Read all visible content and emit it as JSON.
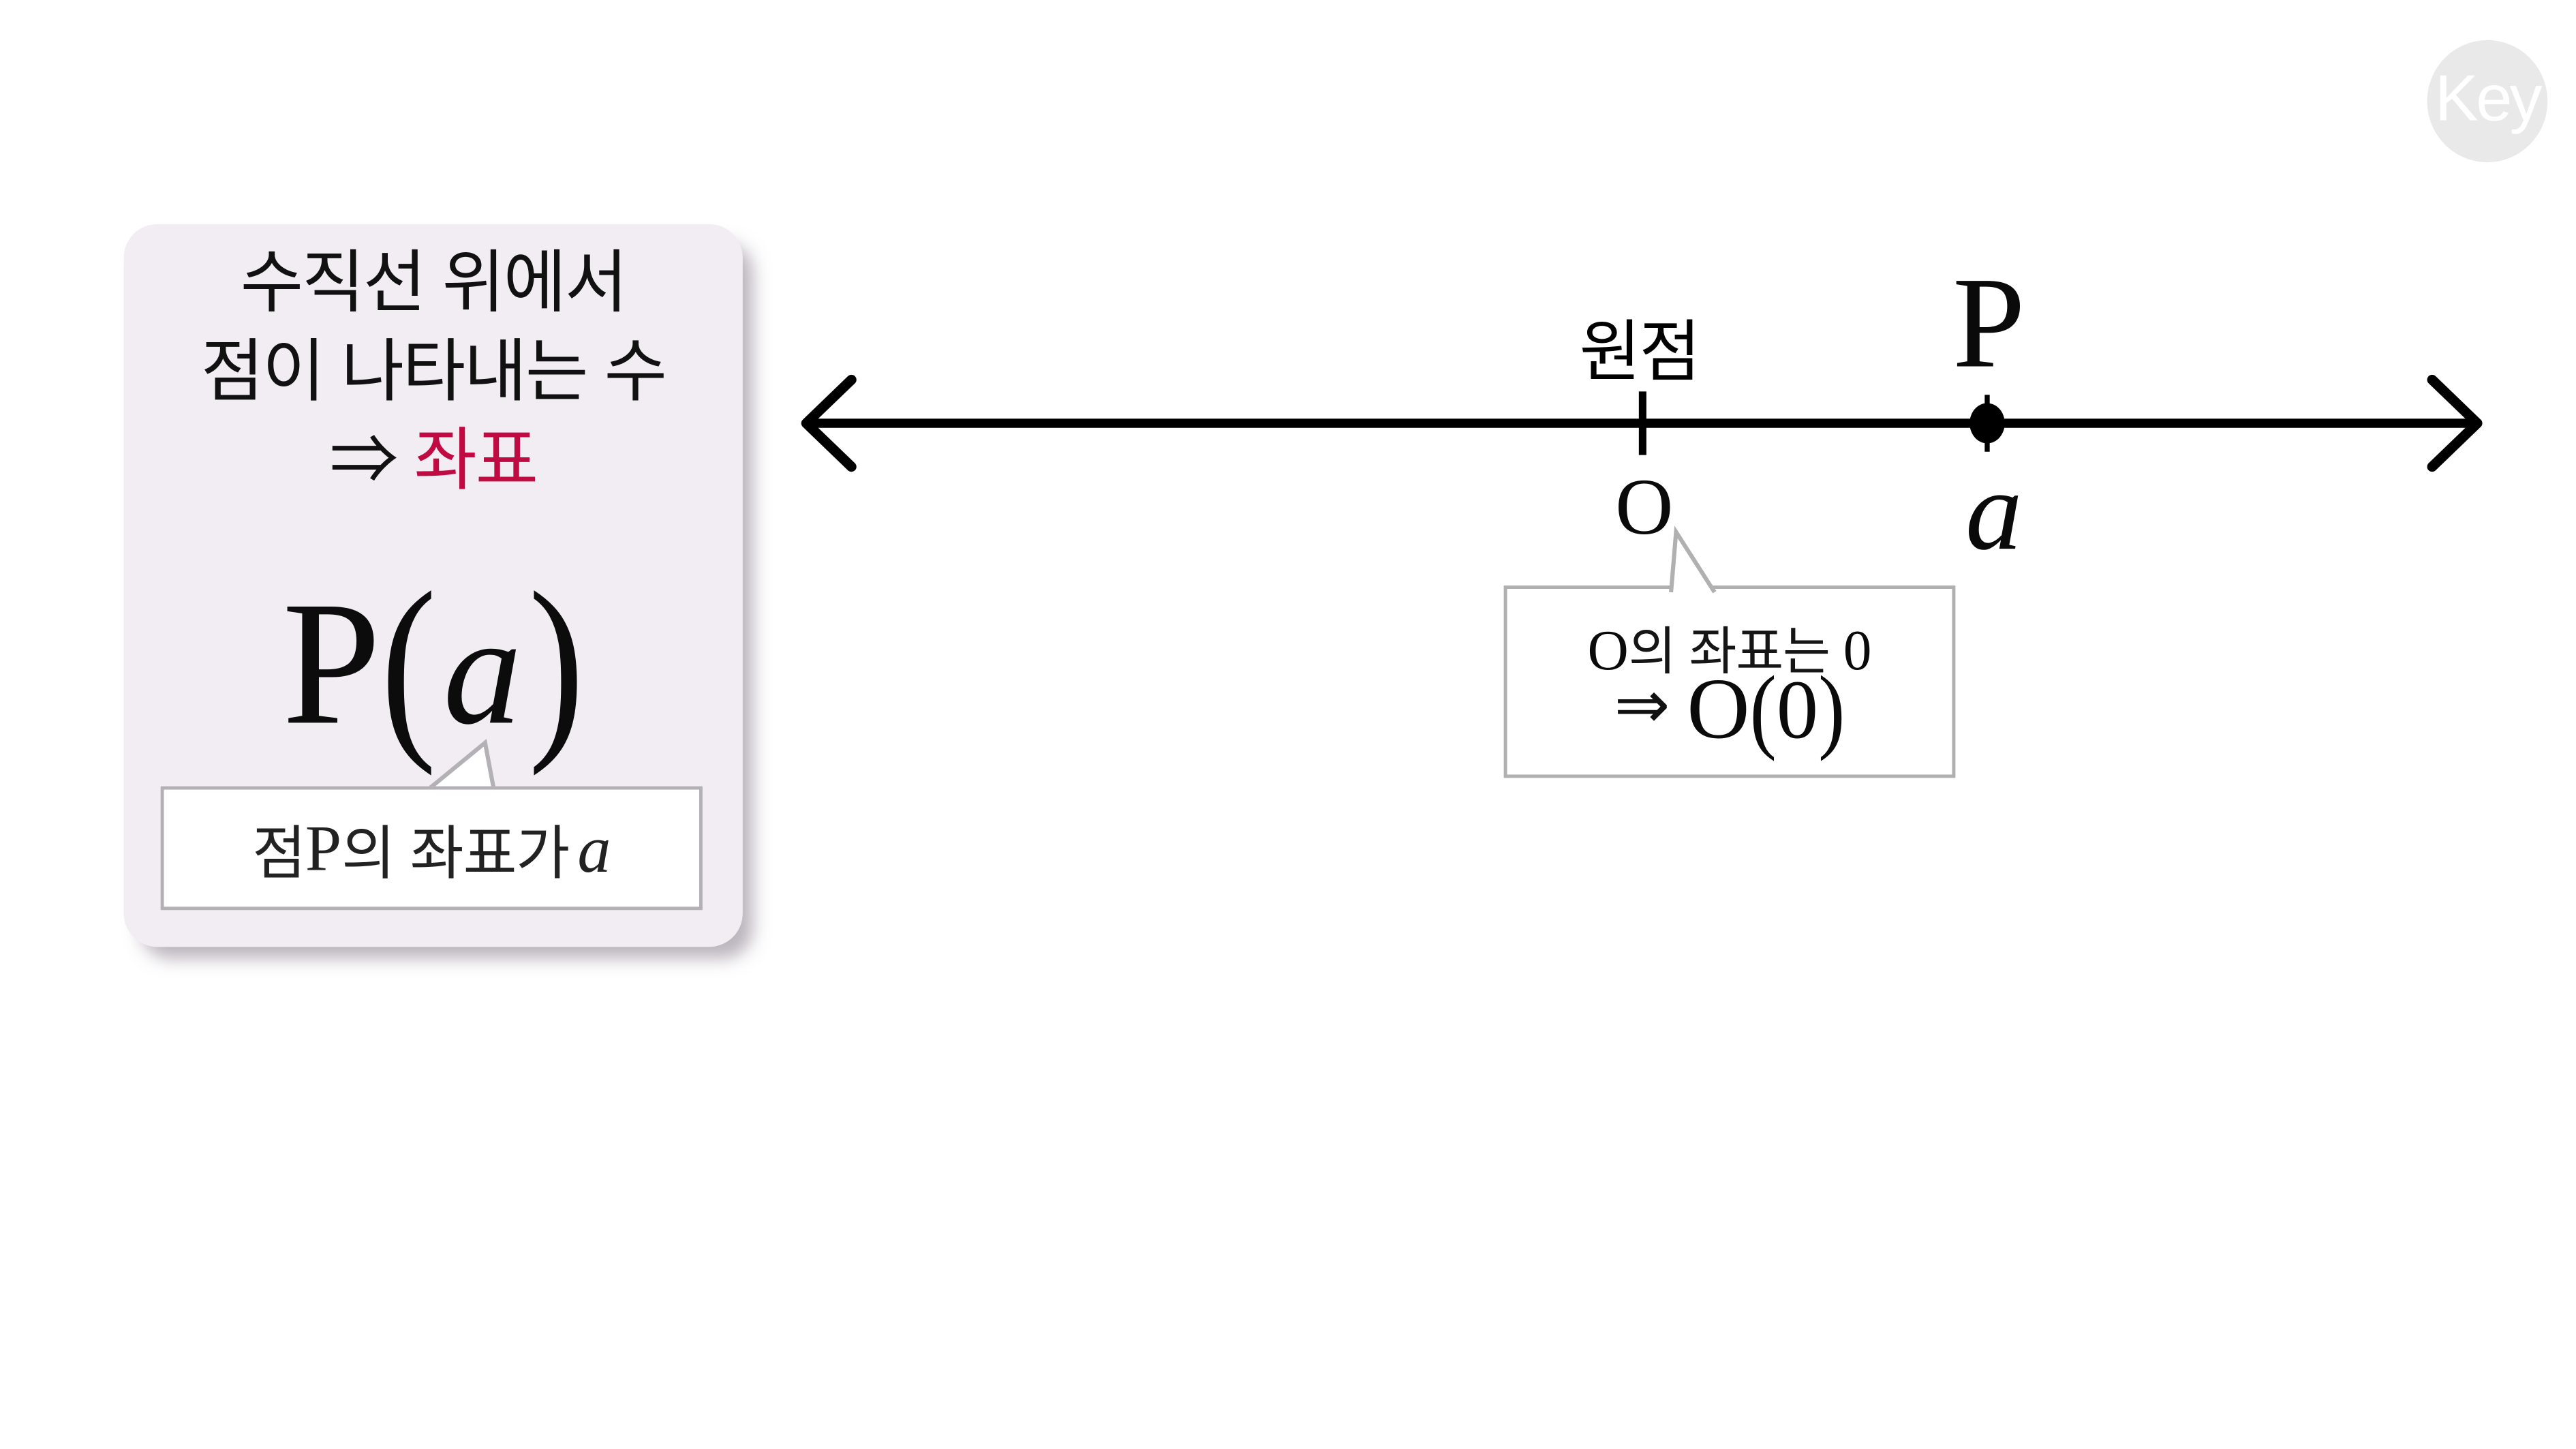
{
  "logo": {
    "label": "Key"
  },
  "card": {
    "line1": "수직선 위에서",
    "line2": "점이 나타내는 수",
    "arrow": "⇒",
    "keyword": "좌표",
    "formula": {
      "p": "P",
      "open": "(",
      "a": "a",
      "close": ")"
    },
    "note": {
      "t1": "점 ",
      "p": "P",
      "t2": "의 좌표가 ",
      "a": "a"
    }
  },
  "number_line": {
    "origin_top": "원점",
    "origin_bottom": "O",
    "point_top": "P",
    "point_bottom": "a"
  },
  "callout": {
    "l1_o": "O",
    "l1_text": "의 좌표는 ",
    "l1_zero": "0",
    "l2_arrow": "⇒",
    "l2_o": "O",
    "l2_open": "(",
    "l2_zero": "0",
    "l2_close": ")"
  },
  "colors": {
    "accent_crimson": "#c00a42",
    "card_background": "#f1edf3",
    "callout_border": "#b0b0b0",
    "logo_circle": "#e9e9e9",
    "ink": "#0a0a0a"
  }
}
